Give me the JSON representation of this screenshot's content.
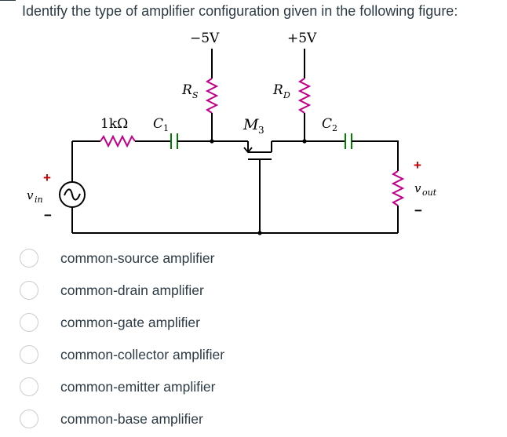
{
  "question": "Identify the type of amplifier configuration given in the following figure:",
  "circuit": {
    "supply_neg": "−5V",
    "supply_pos": "+5V",
    "rs_label": "R",
    "rs_sub": "S",
    "rd_label": "R",
    "rd_sub": "D",
    "r1_label": "1kΩ",
    "c1_label": "C",
    "c1_sub": "1",
    "c2_label": "C",
    "c2_sub": "2",
    "m3_label": "M",
    "m3_sub": "3",
    "vin_label": "v",
    "vin_sub": "in",
    "vout_label": "v",
    "vout_sub": "out",
    "plus": "+",
    "minus": "−"
  },
  "options": [
    {
      "label": "common-source amplifier"
    },
    {
      "label": "common-drain amplifier"
    },
    {
      "label": "common-gate amplifier"
    },
    {
      "label": "common-collector amplifier"
    },
    {
      "label": "common-emitter amplifier"
    },
    {
      "label": "common-base amplifier"
    }
  ]
}
